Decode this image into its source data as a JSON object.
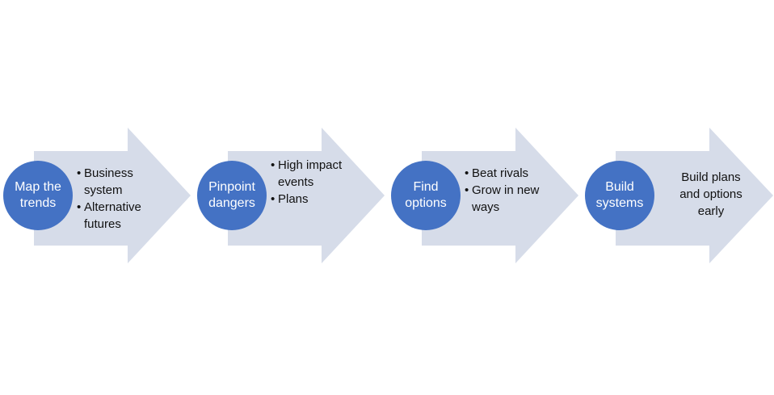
{
  "diagram": {
    "title": "Four step process arrows",
    "colors": {
      "circle_fill": "#4472C4",
      "circle_text": "#FFFFFF",
      "arrow_fill": "#D6DCE9",
      "body_text": "#111111",
      "background": "#FFFFFF"
    },
    "stages": [
      {
        "circle_label": "Map the\ntrends",
        "bullets": [
          "Business system",
          "Alternative futures"
        ],
        "plain_text": ""
      },
      {
        "circle_label": "Pinpoint\ndangers",
        "bullets": [
          "High impact events",
          "Plans"
        ],
        "plain_text": ""
      },
      {
        "circle_label": "Find\noptions",
        "bullets": [
          "Beat rivals",
          "Grow in new ways"
        ],
        "plain_text": ""
      },
      {
        "circle_label": "Build\nsystems",
        "bullets": [],
        "plain_text": "Build plans\nand options\nearly"
      }
    ]
  }
}
